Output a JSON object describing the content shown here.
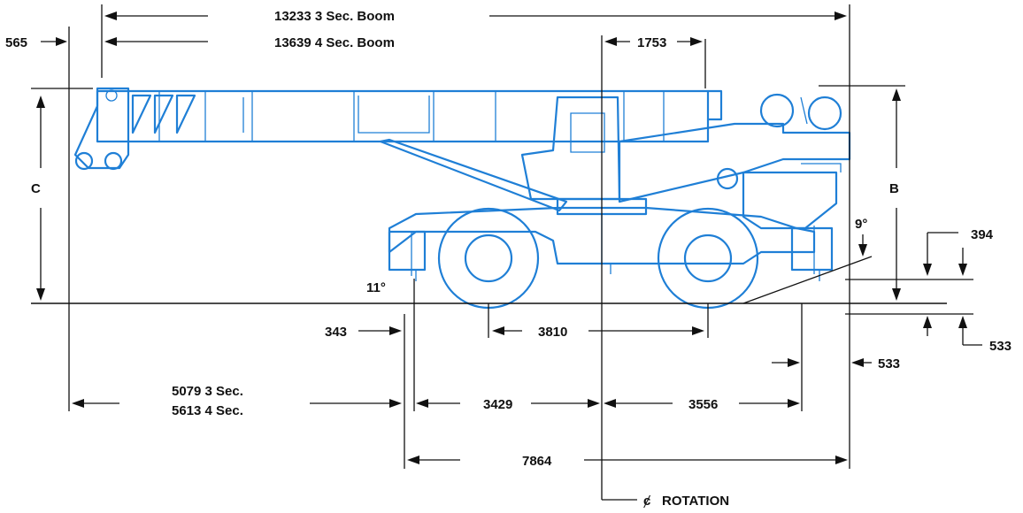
{
  "labels": {
    "boom3": "13233 3 Sec. Boom",
    "boom4": "13639 4 Sec. Boom",
    "d565": "565",
    "d1753": "1753",
    "c": "C",
    "b": "B",
    "deg9": "9°",
    "d394": "394",
    "deg11": "11°",
    "d343": "343",
    "d3810": "3810",
    "d533a": "533",
    "d533b": "533",
    "sec3": "5079 3 Sec.",
    "sec4": "5613 4 Sec.",
    "d3429": "3429",
    "d3556": "3556",
    "d7864": "7864",
    "rotation": "ROTATION",
    "cl_symbol": "ȼ"
  },
  "colors": {
    "crane": "#1f7fd6",
    "dimension": "#111111",
    "background": "#ffffff"
  }
}
